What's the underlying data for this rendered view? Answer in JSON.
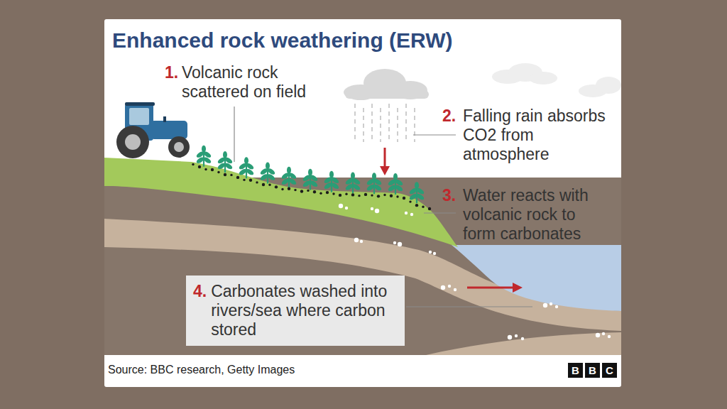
{
  "diagram": {
    "title": "Enhanced rock weathering (ERW)",
    "caption": "Source: BBC research, Getty Images",
    "nodes": [
      {
        "text": [
          "4.",
          "Carbonates washed into rivers/sea where carbon stored"
        ]
      },
      {
        "text": [
          "B"
        ]
      },
      {
        "text": [
          "B"
        ]
      },
      {
        "text": [
          "C"
        ]
      }
    ],
    "labels": [
      "1.",
      "Volcanic rock scattered on field",
      "2.",
      "Falling rain absorbs CO2 from atmosphere",
      "3.",
      "Water reacts with volcanic rock to form carbonates"
    ]
  }
}
